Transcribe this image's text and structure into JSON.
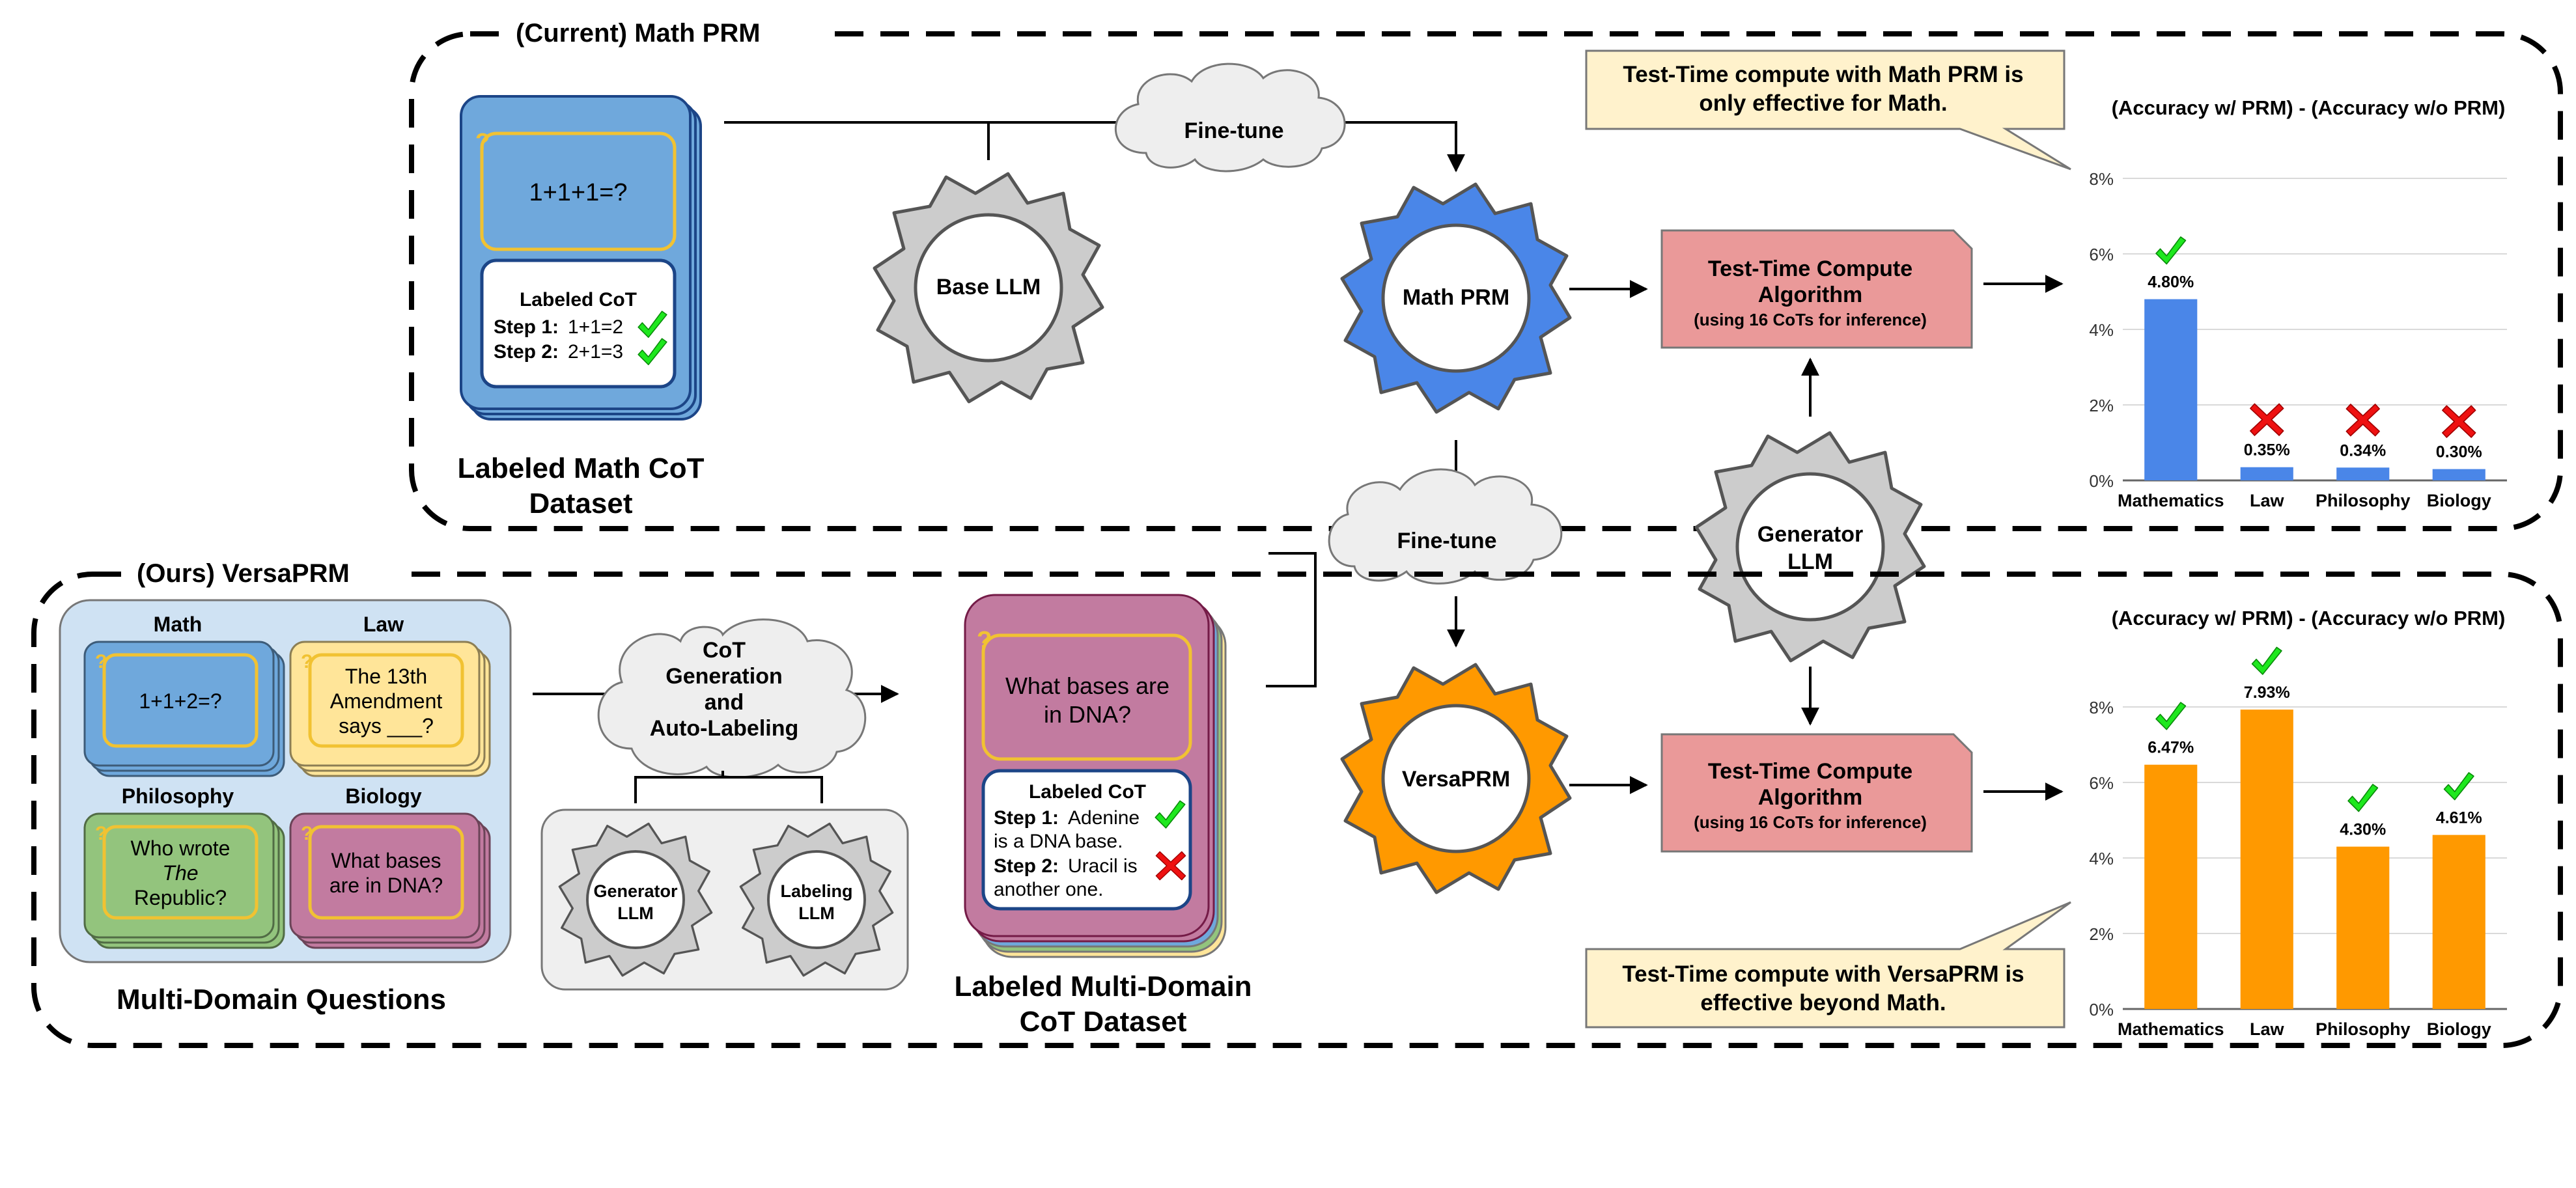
{
  "top_panel": {
    "title": "(Current) Math PRM",
    "dataset_card": {
      "question": "1+1+1=?",
      "labeled_cot_title": "Labeled CoT",
      "step1_label": "Step 1:",
      "step1_text": "1+1=2",
      "step2_label": "Step 2:",
      "step2_text": "2+1=3"
    },
    "dataset_caption_line1": "Labeled Math CoT",
    "dataset_caption_line2": "Dataset",
    "finetune_label": "Fine-tune",
    "base_llm_label": "Base LLM",
    "math_prm_label": "Math PRM",
    "algo_line1": "Test-Time Compute",
    "algo_line2": "Algorithm",
    "algo_line3": "(using 16 CoTs for inference)",
    "callout_line1": "Test-Time compute with Math PRM is",
    "callout_line2": "only effective for Math."
  },
  "middle": {
    "finetune_label": "Fine-tune",
    "generator_line1": "Generator",
    "generator_line2": "LLM"
  },
  "bottom_panel": {
    "title": "(Ours)  VersaPRM",
    "domains": [
      {
        "name": "Math",
        "lines": [
          "1+1+2=?"
        ],
        "italic": [
          false
        ],
        "color": "#6fa8dc"
      },
      {
        "name": "Law",
        "lines": [
          "The 13th",
          "Amendment",
          "says ___?"
        ],
        "italic": [
          false,
          false,
          false
        ],
        "color": "#ffe599"
      },
      {
        "name": "Philosophy",
        "lines": [
          "Who wrote",
          "The",
          "Republic?"
        ],
        "italic": [
          false,
          true,
          false
        ],
        "color": "#93c47d"
      },
      {
        "name": "Biology",
        "lines": [
          "What bases",
          "are in DNA?"
        ],
        "italic": [
          false,
          false
        ],
        "color": "#c27ba0"
      }
    ],
    "questions_caption": "Multi-Domain Questions",
    "cot_cloud_lines": [
      "CoT",
      "Generation",
      "and",
      "Auto-Labeling"
    ],
    "generator_line1": "Generator",
    "generator_line2": "LLM",
    "labeling_line1": "Labeling",
    "labeling_line2": "LLM",
    "card_question_line1": "What bases are",
    "card_question_line2": "in DNA?",
    "labeled_cot_title": "Labeled CoT",
    "step1_label": "Step 1:",
    "step1_text_a": "Adenine",
    "step1_text_b": "is a DNA base.",
    "step2_label": "Step 2:",
    "step2_text_a": "Uracil is",
    "step2_text_b": "another one.",
    "dataset_caption_line1": "Labeled Multi-Domain",
    "dataset_caption_line2": "CoT Dataset",
    "versaprm_label": "VersaPRM",
    "algo_line1": "Test-Time Compute",
    "algo_line2": "Algorithm",
    "algo_line3": "(using 16 CoTs for inference)",
    "callout_line1": "Test-Time compute with VersaPRM is",
    "callout_line2": "effective beyond Math."
  },
  "chart_data": [
    {
      "type": "bar",
      "title": "(Accuracy w/ PRM) - (Accuracy w/o PRM)",
      "categories": [
        "Mathematics",
        "Law",
        "Philosophy",
        "Biology"
      ],
      "values": [
        4.8,
        0.35,
        0.34,
        0.3
      ],
      "value_labels": [
        "4.80%",
        "0.35%",
        "0.34%",
        "0.30%"
      ],
      "marks": [
        "check",
        "cross",
        "cross",
        "cross"
      ],
      "yticks": [
        "0%",
        "2%",
        "4%",
        "6%",
        "8%"
      ],
      "ylim": [
        0,
        8
      ],
      "grid": true,
      "bar_color": "#4a86e8"
    },
    {
      "type": "bar",
      "title": "(Accuracy w/ PRM) - (Accuracy w/o PRM)",
      "categories": [
        "Mathematics",
        "Law",
        "Philosophy",
        "Biology"
      ],
      "values": [
        6.47,
        7.93,
        4.3,
        4.61
      ],
      "value_labels": [
        "6.47%",
        "7.93%",
        "4.30%",
        "4.61%"
      ],
      "marks": [
        "check",
        "check",
        "check",
        "check"
      ],
      "yticks": [
        "0%",
        "2%",
        "4%",
        "6%",
        "8%"
      ],
      "ylim": [
        0,
        8
      ],
      "grid": true,
      "bar_color": "#ff9900"
    }
  ]
}
